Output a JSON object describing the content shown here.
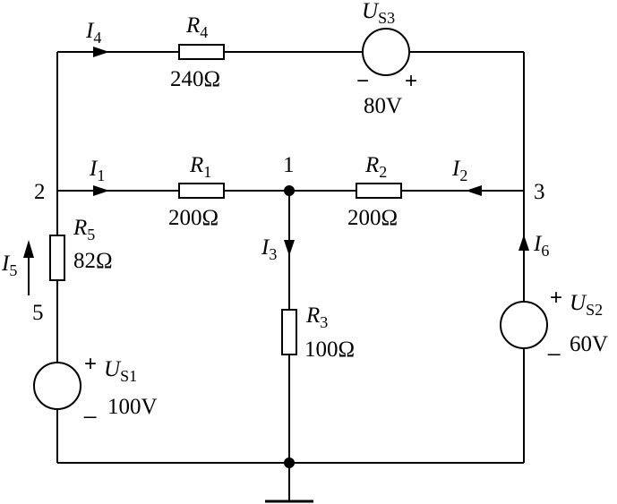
{
  "colors": {
    "line": "#000000",
    "background": "#ffffff"
  },
  "currents": {
    "I1": {
      "sym": "I",
      "sub": "1"
    },
    "I2": {
      "sym": "I",
      "sub": "2"
    },
    "I3": {
      "sym": "I",
      "sub": "3"
    },
    "I4": {
      "sym": "I",
      "sub": "4"
    },
    "I5": {
      "sym": "I",
      "sub": "5"
    },
    "I6": {
      "sym": "I",
      "sub": "6"
    }
  },
  "resistors": {
    "R1": {
      "sym": "R",
      "sub": "1",
      "value": "200Ω"
    },
    "R2": {
      "sym": "R",
      "sub": "2",
      "value": "200Ω"
    },
    "R3": {
      "sym": "R",
      "sub": "3",
      "value": "100Ω"
    },
    "R4": {
      "sym": "R",
      "sub": "4",
      "value": "240Ω"
    },
    "R5": {
      "sym": "R",
      "sub": "5",
      "value": "82Ω"
    }
  },
  "sources": {
    "US1": {
      "sym": "U",
      "sub": "S1",
      "value": "100V",
      "plus": "+",
      "minus": "_"
    },
    "US2": {
      "sym": "U",
      "sub": "S2",
      "value": "60V",
      "plus": "+",
      "minus": "_"
    },
    "US3": {
      "sym": "U",
      "sub": "S3",
      "value": "80V",
      "plus": "+",
      "minus": "−"
    }
  },
  "nodes": {
    "n1": "1",
    "n2": "2",
    "n3": "3",
    "n5": "5"
  }
}
